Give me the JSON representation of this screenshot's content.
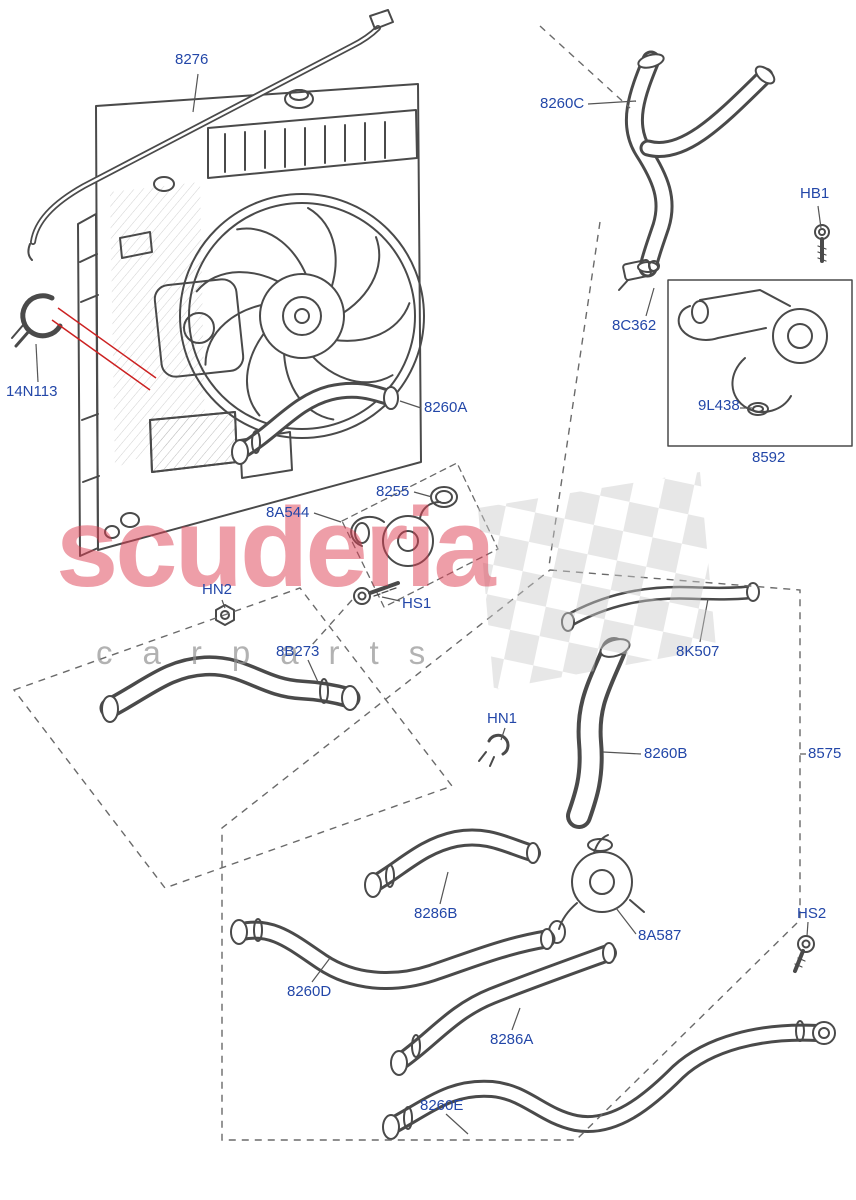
{
  "diagram": {
    "background": "#ffffff",
    "watermark": {
      "title": "scuderia",
      "subtitle": "carparts"
    },
    "colors": {
      "label_blue": "#2347a8",
      "leader_red": "#cc2222",
      "line_gray": "#4a4a4a",
      "dash_gray": "#6a6a6a",
      "watermark_pink": "#e03e52",
      "watermark_gray": "#919191",
      "checker_gray": "#c9c9c9"
    }
  },
  "labels": [
    {
      "id": "8276",
      "text": "8276"
    },
    {
      "id": "8260C",
      "text": "8260C"
    },
    {
      "id": "HB1",
      "text": "HB1"
    },
    {
      "id": "8C362",
      "text": "8C362"
    },
    {
      "id": "9L438",
      "text": "9L438"
    },
    {
      "id": "8592",
      "text": "8592"
    },
    {
      "id": "14N113",
      "text": "14N113"
    },
    {
      "id": "8260A",
      "text": "8260A"
    },
    {
      "id": "8255",
      "text": "8255"
    },
    {
      "id": "8A544",
      "text": "8A544"
    },
    {
      "id": "HN2",
      "text": "HN2"
    },
    {
      "id": "HS1",
      "text": "HS1"
    },
    {
      "id": "8B273",
      "text": "8B273"
    },
    {
      "id": "8K507",
      "text": "8K507"
    },
    {
      "id": "HN1",
      "text": "HN1"
    },
    {
      "id": "8260B",
      "text": "8260B"
    },
    {
      "id": "8575",
      "text": "8575"
    },
    {
      "id": "8286B",
      "text": "8286B"
    },
    {
      "id": "8A587",
      "text": "8A587"
    },
    {
      "id": "HS2",
      "text": "HS2"
    },
    {
      "id": "8260D",
      "text": "8260D"
    },
    {
      "id": "8286A",
      "text": "8286A"
    },
    {
      "id": "8260E",
      "text": "8260E"
    }
  ]
}
